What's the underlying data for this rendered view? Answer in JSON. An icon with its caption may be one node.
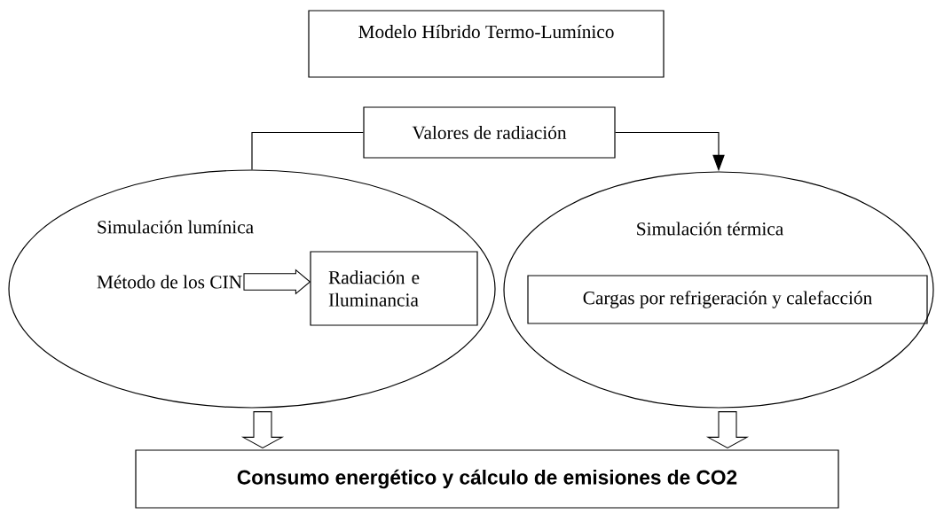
{
  "diagram": {
    "nodes": [
      {
        "text": [
          "Modelo Híbrido Termo-Lumínico"
        ]
      },
      {
        "text": [
          "Valores de radiación"
        ]
      },
      {
        "text": [
          "Simulación lumínica"
        ]
      },
      {
        "text": [
          "Método de los CIN"
        ],
        "in": 2
      },
      {
        "text": [
          "Radiación e Iluminancia"
        ],
        "in": 2
      },
      {
        "text": [
          "Simulación térmica"
        ]
      },
      {
        "text": [
          "Cargas por refrigeración y calefacción"
        ],
        "in": 5
      },
      {
        "text": [
          "Consumo energético y cálculo de emisiones de CO2"
        ]
      }
    ],
    "edges": [
      {
        "from": 1,
        "to": 2,
        "arrow": "none"
      },
      {
        "from": 1,
        "to": 5,
        "arrow": "to"
      },
      {
        "from": 3,
        "to": 4,
        "arrow": "to"
      },
      {
        "from": 2,
        "to": 7,
        "arrow": "to"
      },
      {
        "from": 5,
        "to": 7,
        "arrow": "to"
      }
    ]
  }
}
